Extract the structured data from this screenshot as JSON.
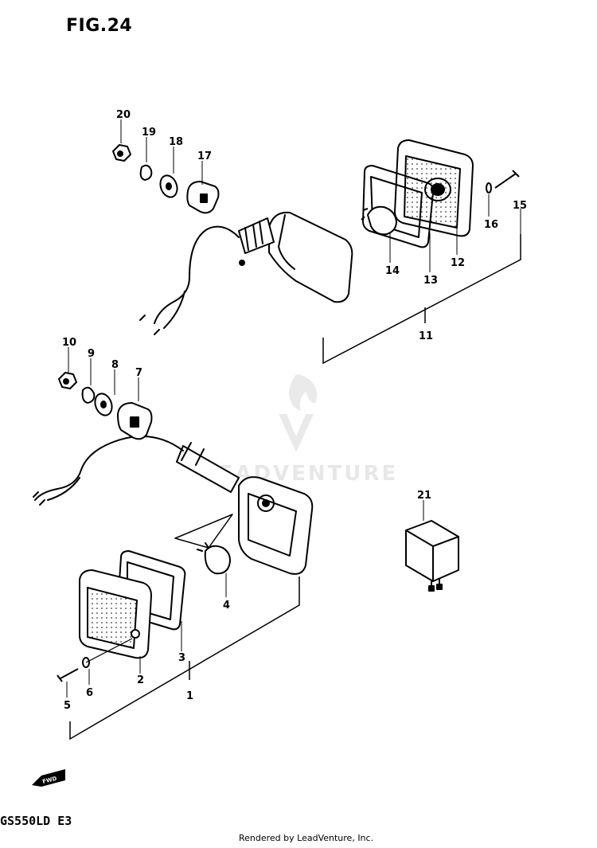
{
  "figure_title": "FIG.24",
  "model_code": "GS550LD E3",
  "credit": "Rendered by LeadVenture, Inc.",
  "watermark": "LEADVENTURE",
  "forward_mark": "FWD",
  "callouts": [
    "1",
    "2",
    "3",
    "4",
    "5",
    "6",
    "7",
    "8",
    "9",
    "10",
    "11",
    "12",
    "13",
    "14",
    "15",
    "16",
    "17",
    "18",
    "19",
    "20",
    "21"
  ],
  "colors": {
    "line": "#000000",
    "background": "#ffffff",
    "watermark": "#d8d8d8"
  }
}
